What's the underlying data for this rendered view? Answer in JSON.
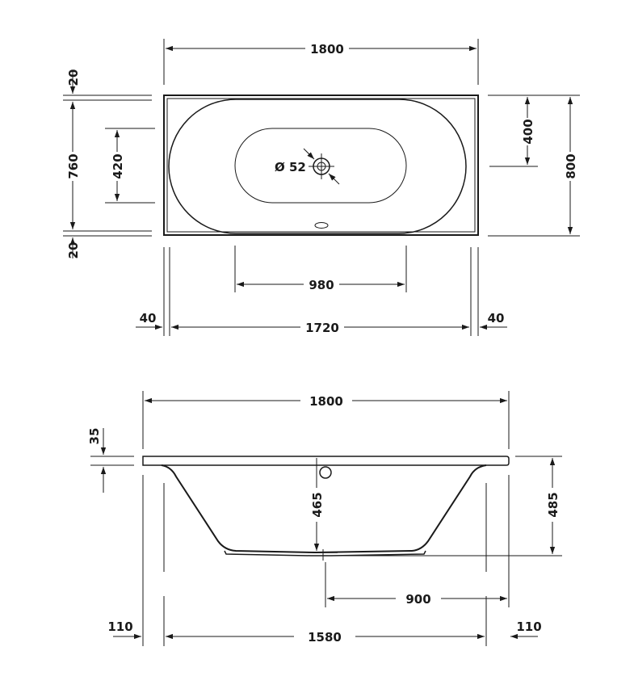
{
  "top_view": {
    "overall_length": "1800",
    "overall_width": "800",
    "inner_width": "760",
    "rim_top": "20",
    "rim_bottom": "20",
    "bottom_width": "420",
    "drain_offset": "400",
    "bottom_length": "980",
    "inner_length": "1720",
    "rim_left": "40",
    "rim_right": "40",
    "drain_diameter": "Ø 52"
  },
  "side_view": {
    "overall_length": "1800",
    "rim_height": "35",
    "inner_depth": "465",
    "overall_height": "485",
    "drain_distance": "900",
    "bottom_length": "1580",
    "offset_left": "110",
    "offset_right": "110"
  }
}
